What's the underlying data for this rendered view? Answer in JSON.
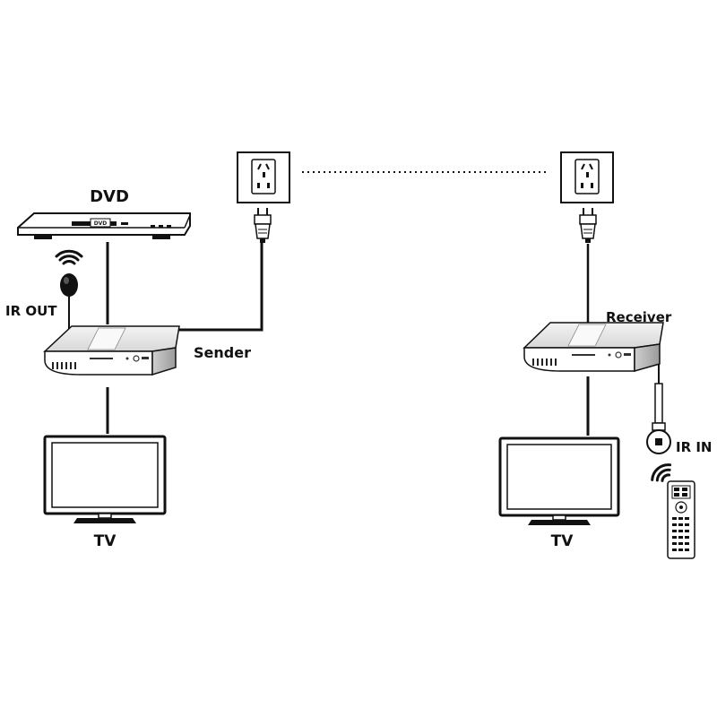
{
  "labels": {
    "dvd": "DVD",
    "ir_out": "IR OUT",
    "sender": "Sender",
    "receiver": "Receiver",
    "ir_in": "IR IN",
    "tv_left": "TV",
    "tv_right": "TV",
    "dvd_display": "DVD"
  },
  "colors": {
    "line": "#111111",
    "device_body": "#ffffff",
    "device_shade": "#dddddd",
    "background": "#ffffff"
  },
  "icons": [
    "power-outlet-icon",
    "power-plug-icon",
    "wifi-signal-icon",
    "ir-emitter-icon",
    "ir-receiver-icon",
    "remote-control-icon",
    "tv-icon",
    "dvd-player-icon",
    "extender-box-icon"
  ]
}
